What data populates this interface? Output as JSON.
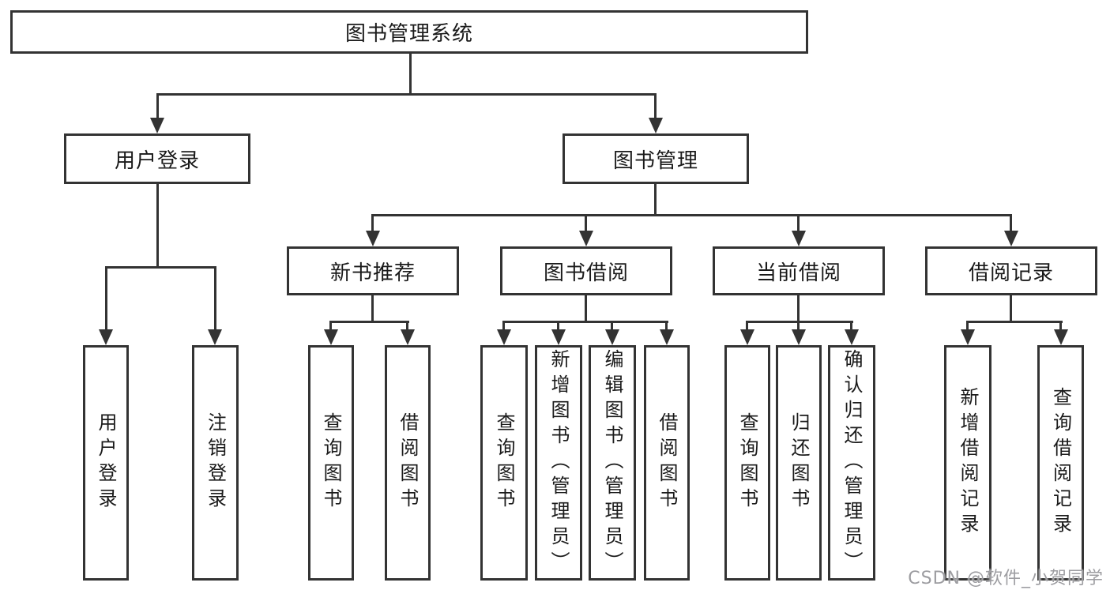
{
  "nodes": {
    "root": "图书管理系统",
    "user_login": "用户登录",
    "book_management": "图书管理",
    "new_book_recommend": "新书推荐",
    "book_borrow": "图书借阅",
    "current_borrow": "当前借阅",
    "borrow_records": "借阅记录",
    "leaf_user_login": "用户登录",
    "leaf_logout": "注销登录",
    "leaf_nb_query": "查询图书",
    "leaf_nb_borrow": "借阅图书",
    "leaf_bb_query": "查询图书",
    "leaf_bb_add": "新增图书（管理员）",
    "leaf_bb_edit": "编辑图书（管理员）",
    "leaf_bb_borrow": "借阅图书",
    "leaf_cb_query": "查询图书",
    "leaf_cb_return": "归还图书",
    "leaf_cb_confirm": "确认归还（管理员）",
    "leaf_br_add": "新增借阅记录",
    "leaf_br_query": "查询借阅记录"
  },
  "watermark": "CSDN @软件_小贺同学",
  "colors": {
    "line": "#333333",
    "text": "#1a1a1a",
    "box_background": "#ffffff",
    "page_background": "#ffffff",
    "watermark": "#9d9da1"
  }
}
